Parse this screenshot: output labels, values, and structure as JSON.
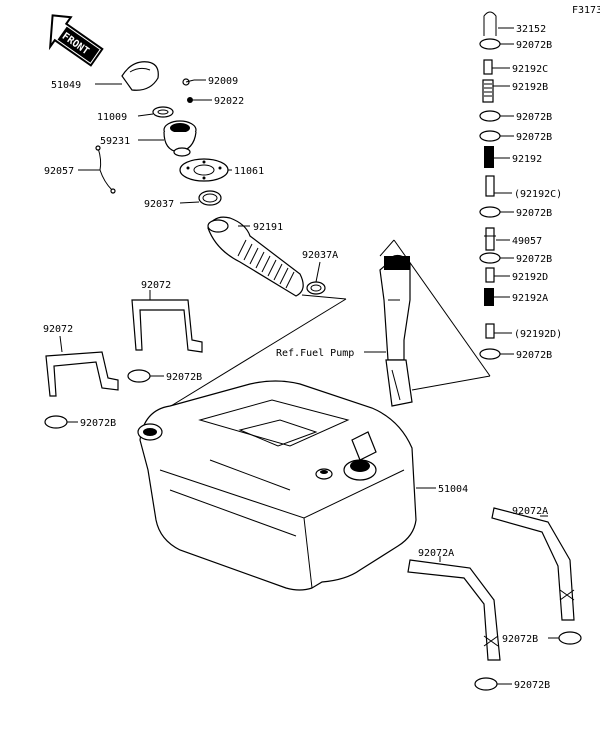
{
  "diagram": {
    "figure_code": "F3173",
    "front_arrow_label": "FRONT",
    "reference_label": "Ref.Fuel Pump",
    "left_parts": {
      "p51049": "51049",
      "p92009": "92009",
      "p92022": "92022",
      "p11009": "11009",
      "p59231": "59231",
      "p92057": "92057",
      "p11061": "11061",
      "p92037": "92037",
      "p92191": "92191",
      "p92037A": "92037A",
      "p92072_a": "92072",
      "p92072_b": "92072",
      "p92072B_a": "92072B",
      "p92072B_b": "92072B",
      "p51004": "51004",
      "p92072A_a": "92072A",
      "p92072A_b": "92072A",
      "p92072B_c": "92072B",
      "p92072B_d": "92072B"
    },
    "hose_kit": [
      "32152",
      "92072B",
      "92192C",
      "92192B",
      "92072B",
      "92072B",
      "92192",
      "(92192C)",
      "92072B",
      "49057",
      "92072B",
      "92192D",
      "92192A",
      "(92192D)",
      "92072B"
    ]
  }
}
